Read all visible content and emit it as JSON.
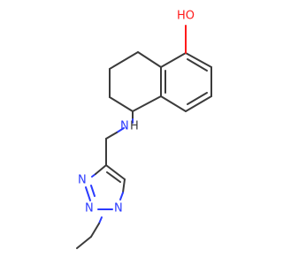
{
  "molecule": {
    "atoms": {
      "hydroxyl_label": "HO",
      "amine_n": "N",
      "amine_h": "H",
      "triazole_n1": "N",
      "triazole_n2": "N",
      "triazole_n3": "N"
    },
    "colors": {
      "bond": "#3b3b3b",
      "nitrogen": "#2b3bff",
      "oxygen": "#ff1a1a",
      "background": "#ffffff"
    }
  }
}
